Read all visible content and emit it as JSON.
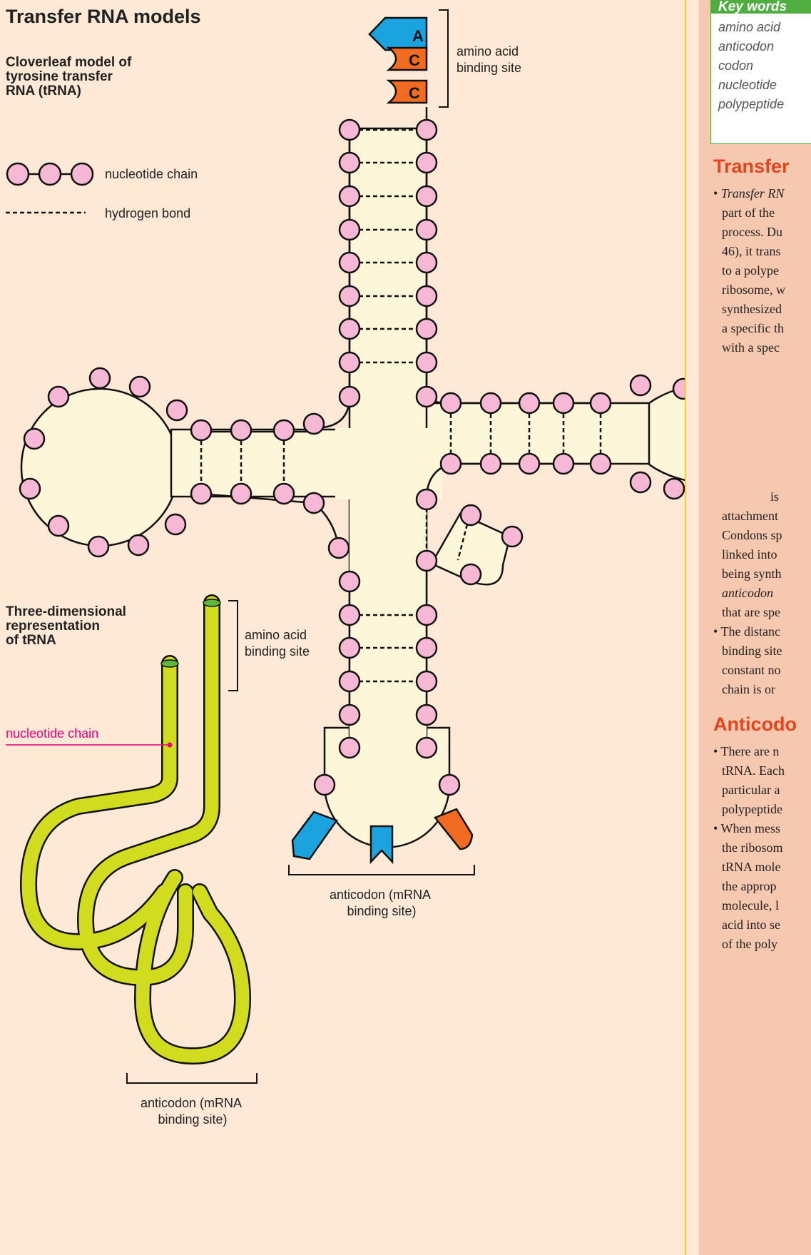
{
  "title": "Transfer RNA models",
  "cloverleaf": {
    "heading_lines": [
      "Cloverleaf model of",
      "tyrosine transfer",
      "RNA (tRNA)"
    ],
    "bases": [
      "A",
      "C",
      "C"
    ],
    "amino_label": [
      "amino acid",
      "binding site"
    ],
    "anticodon_label": [
      "anticodon (mRNA",
      "binding site)"
    ]
  },
  "legend": {
    "nucleotide_chain": "nucleotide chain",
    "hydrogen_bond": "hydrogen bond"
  },
  "threed": {
    "heading_lines": [
      "Three-dimensional",
      "representation",
      "of tRNA"
    ],
    "amino_label": [
      "amino acid",
      "binding site"
    ],
    "nucleotide_label": "nucleotide chain",
    "anticodon_label": [
      "anticodon (mRNA",
      "binding site)"
    ]
  },
  "sidebar": {
    "keywords_header": "Key words",
    "keywords": [
      "amino acid",
      "anticodon",
      "codon",
      "nucleotide",
      "polypeptide"
    ],
    "heading1": "Transfer",
    "para1": [
      "Transfer RN",
      "part of the",
      "process. Du",
      "46), it trans",
      "to a polype",
      "ribosome, w",
      "synthesized",
      "a specific th",
      "with a spec"
    ],
    "para2": [
      "is",
      "attachment",
      "Condons sp",
      "linked into",
      "being synth",
      "anticodon",
      "that are spe"
    ],
    "para3": [
      "The distanc",
      "binding site",
      "constant no",
      "chain is or"
    ],
    "heading2": "Anticodo",
    "para4": [
      "There are n",
      "tRNA. Each",
      "particular a",
      "polypeptide"
    ],
    "para5": [
      "When mess",
      "the ribosom",
      "tRNA mole",
      "the approp",
      "molecule, l",
      "acid into se",
      "of the poly"
    ]
  },
  "colors": {
    "background": "#fde9d6",
    "nucleotide_fill": "#f7b8d5",
    "cloverleaf_fill": "#fdf6d8",
    "blue": "#1ba3e0",
    "orange": "#f26b22",
    "tube": "#d2dc1e",
    "accent": "#e2461f",
    "magenta": "#e6007e",
    "green": "#4fae3f"
  }
}
